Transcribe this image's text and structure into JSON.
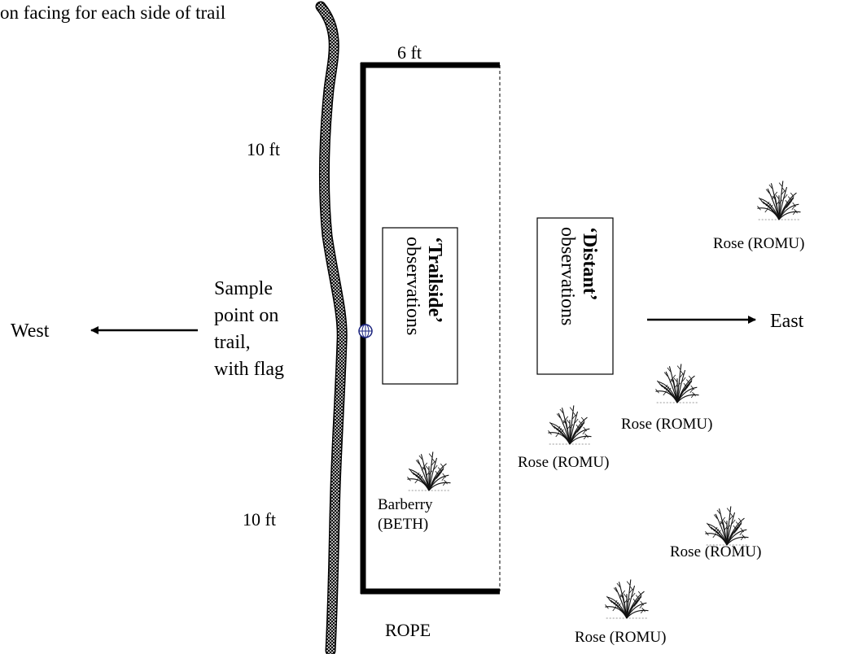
{
  "caption": "on facing for each side of trail",
  "labels": {
    "width": "6 ft",
    "upper_length": "10 ft",
    "lower_length": "10 ft",
    "rope": "ROPE",
    "west": "West",
    "east": "East",
    "sample_point": [
      "Sample",
      "point on",
      "trail,",
      "with flag"
    ]
  },
  "boxes": {
    "trailside": {
      "quoted": "Trailside",
      "rest": "observations"
    },
    "distant": {
      "quoted": "Distant",
      "rest": "observations"
    }
  },
  "shrubs": [
    {
      "name": "rose-1",
      "label": [
        "Rose (ROMU)"
      ]
    },
    {
      "name": "rose-2",
      "label": [
        "Rose (ROMU)"
      ]
    },
    {
      "name": "rose-3",
      "label": [
        "Rose (ROMU)"
      ]
    },
    {
      "name": "rose-4",
      "label": [
        "Rose (ROMU)"
      ]
    },
    {
      "name": "rose-5",
      "label": [
        "Rose (ROMU)"
      ]
    },
    {
      "name": "barberry",
      "label": [
        "Barberry",
        "(BETH)"
      ]
    }
  ],
  "icons": {
    "shrub": "shrub-icon",
    "flag": "flag-marker-icon",
    "trail": "trail-line"
  },
  "colors": {
    "line": "#000000",
    "trail_fill": "#9a9a9a",
    "background": "#ffffff"
  }
}
